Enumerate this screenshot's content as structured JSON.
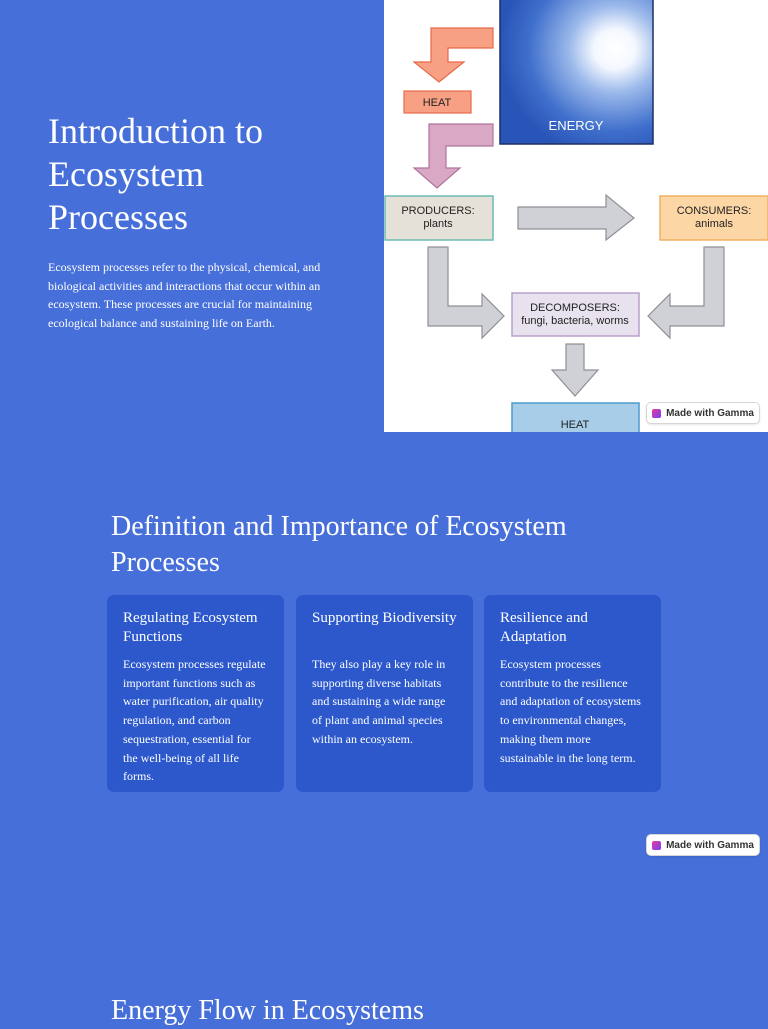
{
  "slide1": {
    "title": "Introduction to Ecosystem Processes",
    "body": "Ecosystem processes refer to the physical, chemical, and biological activities and interactions that occur within an ecosystem. These processes are crucial for maintaining ecological balance and sustaining life on Earth.",
    "diagram": {
      "energy": "ENERGY",
      "heat_top": "HEAT",
      "producers_title": "PRODUCERS:",
      "producers_sub": "plants",
      "consumers_title": "CONSUMERS:",
      "consumers_sub": "animals",
      "decomposers_title": "DECOMPOSERS:",
      "decomposers_sub": "fungi, bacteria, worms",
      "heat_bottom": "HEAT"
    }
  },
  "badge": {
    "label": "Made with Gamma"
  },
  "slide2": {
    "title": "Definition and Importance of Ecosystem Processes",
    "cards": [
      {
        "title": "Regulating Ecosystem Functions",
        "body": "Ecosystem processes regulate important functions such as water purification, air quality regulation, and carbon sequestration, essential for the well-being of all life forms."
      },
      {
        "title": "Supporting Biodiversity",
        "body": "They also play a key role in supporting diverse habitats and sustaining a wide range of plant and animal species within an ecosystem."
      },
      {
        "title": "Resilience and Adaptation",
        "body": "Ecosystem processes contribute to the resilience and adaptation of ecosystems to environmental changes, making them more sustainable in the long term."
      }
    ]
  },
  "slide3": {
    "title": "Energy Flow in Ecosystems"
  },
  "colors": {
    "background": "#476fd9",
    "card": "#2c58cc",
    "heat_orange": "#f7a084",
    "heat_pink": "#d8a8c4",
    "producers_fill": "#e5e1d8",
    "producers_border": "#6bbcb3",
    "consumers_fill": "#fdd6a6",
    "consumers_border": "#f0b060",
    "decomposers_fill": "#e8e2ee",
    "decomposers_border": "#b7a0cc",
    "heat_bottom_fill": "#a8cde8",
    "heat_bottom_border": "#4a9ccc",
    "arrow_gray": "#cfd1d6"
  }
}
